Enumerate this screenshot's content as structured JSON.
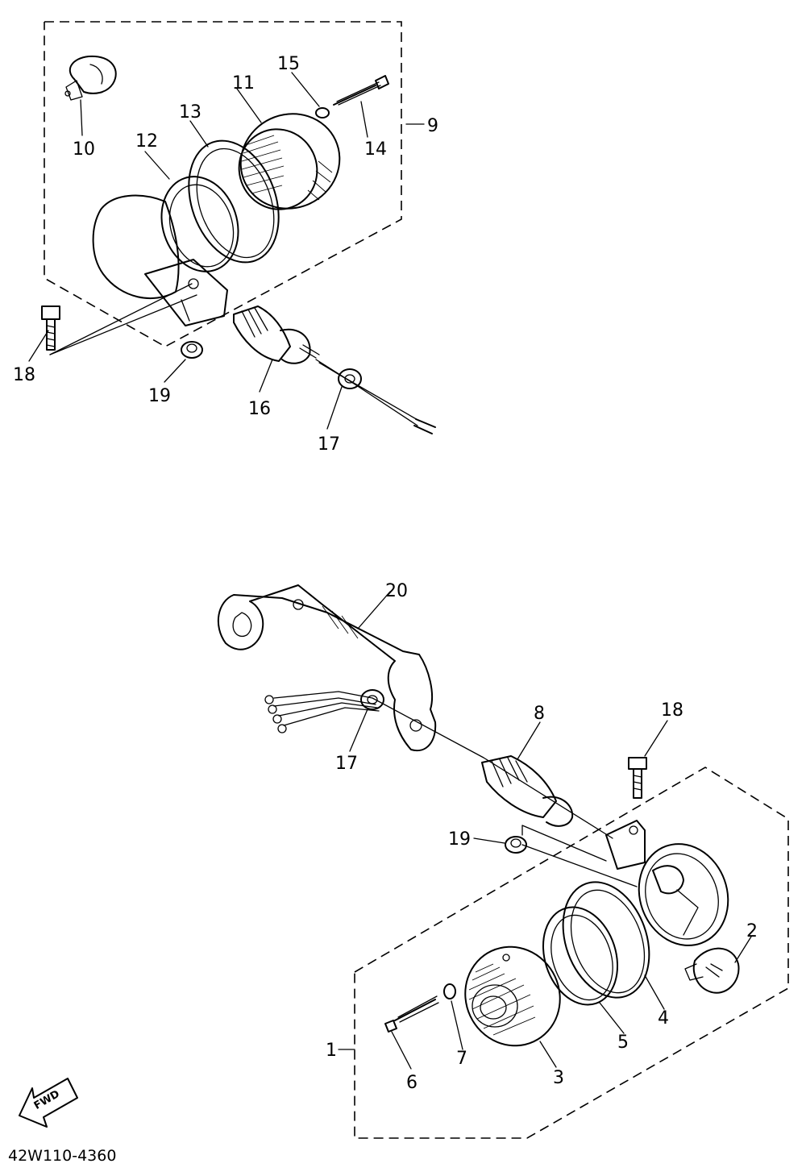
{
  "callouts": {
    "c1": "1",
    "c2": "2",
    "c3": "3",
    "c4": "4",
    "c5": "5",
    "c6": "6",
    "c7": "7",
    "c8": "8",
    "c9": "9",
    "c10": "10",
    "c11": "11",
    "c12": "12",
    "c13": "13",
    "c14": "14",
    "c15": "15",
    "c16": "16",
    "c17_top": "17",
    "c17_bottom": "17",
    "c18_top": "18",
    "c18_bottom": "18",
    "c19_top": "19",
    "c19_bottom": "19",
    "c20": "20"
  },
  "direction_arrow": {
    "label": "FWD"
  },
  "diagram_code": "42W110-4360"
}
